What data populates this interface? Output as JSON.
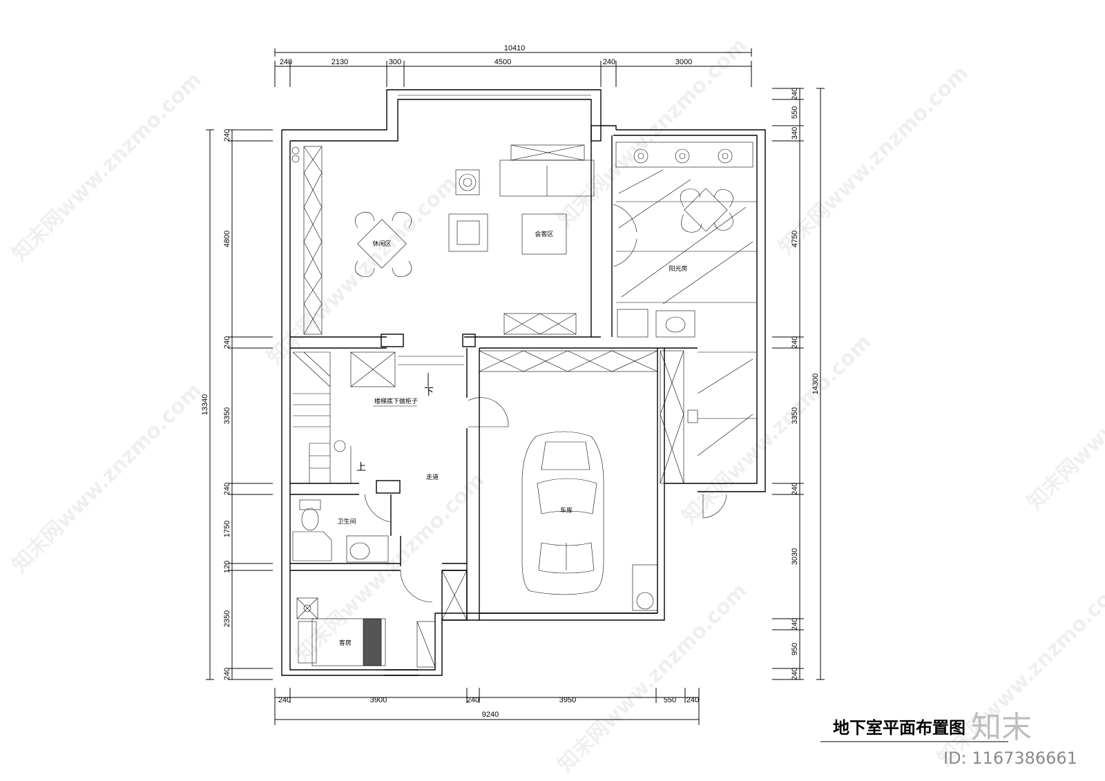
{
  "drawing": {
    "title": "地下室平面布置图",
    "brand": "知末",
    "id_label": "ID: 1167386661",
    "watermark": "知末网www.znzmo.com"
  },
  "dimensions": {
    "top_total": "10410",
    "top_segments": [
      "240",
      "2130",
      "300",
      "4500",
      "240",
      "3000"
    ],
    "bottom_total": "9240",
    "bottom_segments": [
      "240",
      "3900",
      "240",
      "3950",
      "550",
      "240"
    ],
    "left_total": "13340",
    "left_segments": [
      "240",
      "4800",
      "240",
      "3350",
      "240",
      "1750",
      "120",
      "2350",
      "240"
    ],
    "right_total": "14300",
    "right_segments": [
      "240",
      "550",
      "340",
      "4750",
      "240",
      "3350",
      "240",
      "3030",
      "240",
      "950",
      "240"
    ]
  },
  "rooms": {
    "leisure": "休闲区",
    "reception": "会客区",
    "sunroom": "阳光房",
    "stair_cabinet": "楼梯底下做柜子",
    "down": "下",
    "up": "上",
    "corridor": "走道",
    "garage": "车库",
    "bathroom": "卫生间",
    "guestroom": "客房"
  }
}
